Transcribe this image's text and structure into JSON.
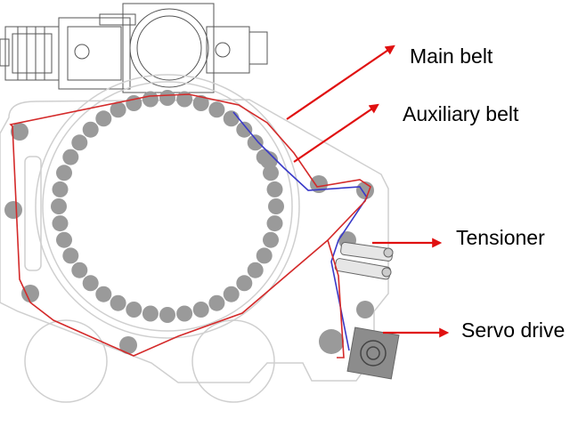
{
  "labels": {
    "main_belt": "Main belt",
    "auxiliary_belt": "Auxiliary belt",
    "tensioner": "Tensioner",
    "servo_drive": "Servo drive"
  },
  "colors": {
    "main_belt": "#d42a2a",
    "auxiliary_belt": "#3a3ac8",
    "arrow": "#e01010",
    "roller": "#9a9a9a",
    "frame_line": "#cfcfcf",
    "servo_box": "#8c8c8c"
  }
}
